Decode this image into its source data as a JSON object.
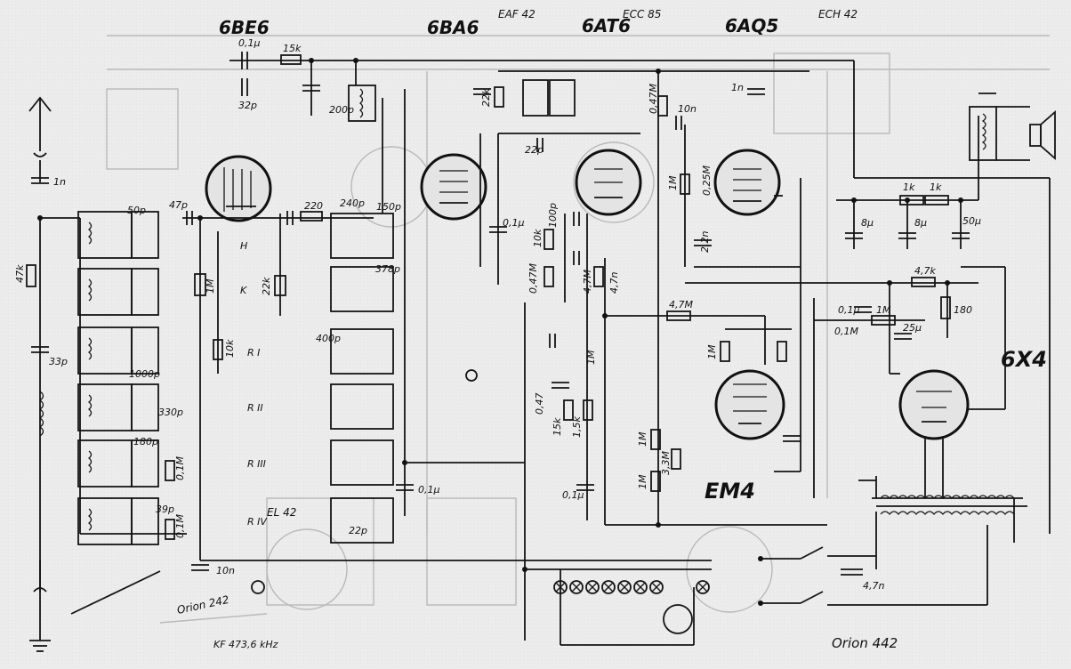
{
  "diagram": {
    "title": "Orion 442",
    "if_frequency": "KF 473,6 kHz",
    "tubes": [
      "6BE6",
      "6BA6",
      "6AT6",
      "6AQ5",
      "EM4",
      "6X4"
    ],
    "band_labels": [
      "H",
      "K",
      "R I",
      "R II",
      "R III",
      "R IV"
    ],
    "capacitors": [
      "0,1μ",
      "32p",
      "1n",
      "33p",
      "50p",
      "47p",
      "1000p",
      "330p",
      "180p",
      "39p",
      "200p",
      "240p",
      "150p",
      "378p",
      "400p",
      "22p",
      "10n",
      "0,1μ",
      "100p",
      "0,1μ",
      "22p",
      "0,47",
      "0,1μ",
      "1n",
      "2,2n",
      "8μ",
      "8μ",
      "50μ",
      "0,1μ",
      "25μ",
      "10n",
      "4,7n",
      "220"
    ],
    "resistors": [
      "15k",
      "47k",
      "1M",
      "10k",
      "22k",
      "0,1M",
      "0,1M",
      "22k",
      "10k",
      "0,47M",
      "4,7M",
      "4,7n",
      "0,47M",
      "1M",
      "0,25M",
      "1k",
      "1k",
      "4,7k",
      "180",
      "1M",
      "0,1M",
      "4,7M",
      "1M",
      "1M",
      "1M",
      "3,3M",
      "1M",
      "15k",
      "1,5k"
    ]
  }
}
